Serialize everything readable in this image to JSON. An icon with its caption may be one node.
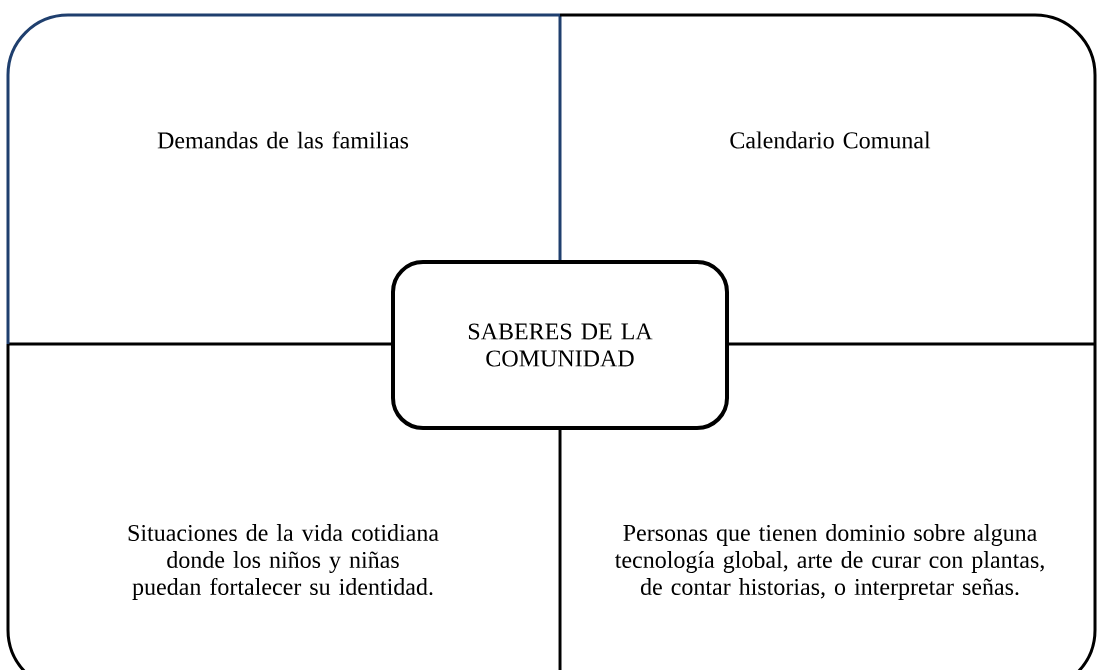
{
  "diagram": {
    "nodes": [
      {
        "text": [
          "Demandas de las familias"
        ]
      },
      {
        "text": [
          "Calendario Comunal"
        ]
      },
      {
        "text": [
          "Situaciones de la vida cotidiana donde los niños y niñas puedan fortalecer su identidad."
        ]
      },
      {
        "text": [
          "Personas que tienen dominio sobre alguna tecnología global, arte de curar con plantas, de contar historias, o interpretar señas."
        ]
      },
      {
        "text": [
          "SABERES DE LA COMUNIDAD"
        ]
      }
    ]
  }
}
